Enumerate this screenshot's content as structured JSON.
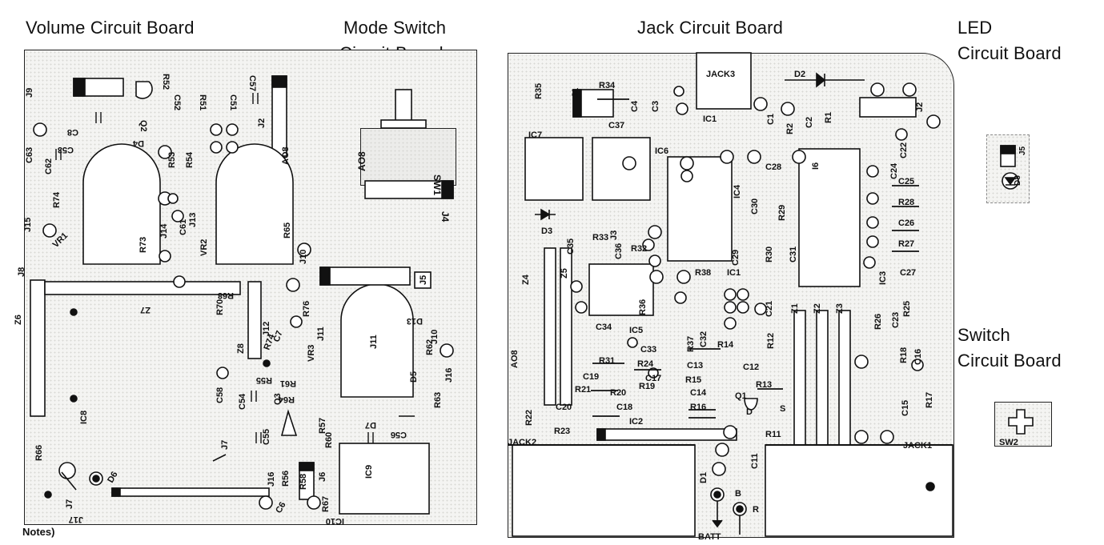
{
  "titles": {
    "volume": "Volume Circuit Board",
    "mode_line1": "Mode Switch",
    "mode_line2": "Circuit Board",
    "jack": "Jack Circuit Board",
    "led_line1": "LED",
    "led_line2": "Circuit Board",
    "switch_line1": "Switch",
    "switch_line2": "Circuit Board"
  },
  "notes": "Notes)",
  "volume_board": {
    "labels": [
      "J9",
      "R52",
      "C52",
      "R51",
      "C51",
      "C57",
      "J2",
      "AO8",
      "C8",
      "Q2",
      "D4",
      "C53",
      "C63",
      "C62",
      "R53",
      "R54",
      "J15",
      "R74",
      "VR1",
      "R73",
      "C61",
      "J14",
      "J13",
      "VR2",
      "R65",
      "J10",
      "J8",
      "Z6",
      "Z7",
      "R68",
      "R70",
      "J12",
      "R76",
      "J11",
      "D13",
      "J5",
      "Z8",
      "C7",
      "R74",
      "VR3",
      "J11",
      "R62",
      "J10",
      "D5",
      "J16",
      "C58",
      "C54",
      "R55",
      "R61",
      "R64",
      "Q3",
      "R63",
      "R66",
      "IC8",
      "J7",
      "C55",
      "R57",
      "R60",
      "D7",
      "C56",
      "D6",
      "J7",
      "J16",
      "R56",
      "R58",
      "J6",
      "R67",
      "J17",
      "IC9",
      "IC10",
      "C6",
      "J9"
    ],
    "component_names": {
      "ic_main": "IC10",
      "ic_left": "IC9",
      "conn": "AO8"
    }
  },
  "mode_board": {
    "labels": [
      "AO8",
      "SW1",
      "J4"
    ]
  },
  "jack_board": {
    "labels": [
      "JACK3",
      "D2",
      "J1",
      "R34",
      "C4",
      "R35",
      "IC7",
      "C37",
      "C3",
      "IC1",
      "C1",
      "R2",
      "C2",
      "R1",
      "J2",
      "C22",
      "IC6",
      "C28",
      "I6",
      "C24",
      "C25",
      "R28",
      "C26",
      "R27",
      "C27",
      "D3",
      "C35",
      "J3",
      "R33",
      "C36",
      "R32",
      "IC4",
      "C30",
      "R29",
      "R30",
      "C29",
      "C31",
      "IC1",
      "Z4",
      "Z5",
      "R38",
      "AO8",
      "C34",
      "R36",
      "IC5",
      "C33",
      "R37",
      "C32",
      "R14",
      "R12",
      "C21",
      "Z1",
      "Z2",
      "Z3",
      "IC3",
      "R26",
      "C23",
      "R25",
      "R18",
      "C16",
      "R31",
      "R24",
      "C19",
      "C13",
      "C17",
      "R15",
      "C12",
      "R20",
      "R19",
      "C14",
      "R13",
      "Q1",
      "R21",
      "R16",
      "D",
      "S",
      "R22",
      "C20",
      "C18",
      "IC2",
      "R11",
      "C15",
      "R17",
      "R23",
      "JACK2",
      "JACK1",
      "C11",
      "D1",
      "B",
      "BATT",
      "R"
    ]
  },
  "led_board": {
    "labels": [
      "J5",
      "D8"
    ]
  },
  "switch_board": {
    "labels": [
      "SW2"
    ]
  }
}
